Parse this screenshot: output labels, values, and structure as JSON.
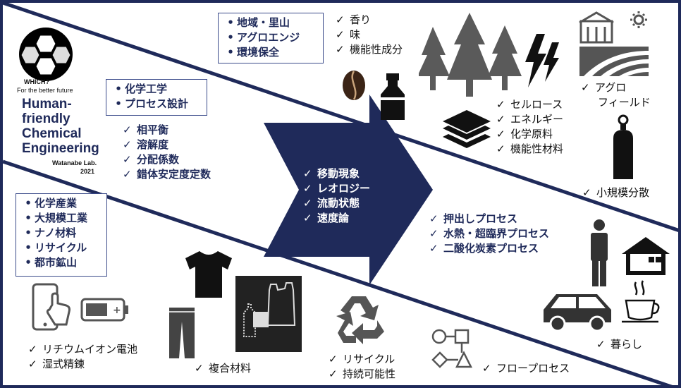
{
  "logo": {
    "tagline_question": "WHICH?",
    "tagline_sub": "For the better future",
    "title_lines": [
      "Human-",
      "friendly",
      "Chemical",
      "Engineering"
    ],
    "credit_line1": "Watanabe Lab.",
    "credit_line2": "2021"
  },
  "top_box": {
    "items": [
      "地域・里山",
      "アグロエンジ",
      "環境保全"
    ]
  },
  "flavor_list": {
    "items": [
      "香り",
      "味",
      "機能性成分"
    ]
  },
  "biomass_list": {
    "items": [
      "セルロース",
      "エネルギー",
      "化学原料",
      "機能性材料"
    ]
  },
  "agro_list": {
    "line1": "アグロ",
    "line2": "フィールド"
  },
  "small_scale": {
    "label": "小規模分散"
  },
  "middle_box": {
    "items": [
      "化学工学",
      "プロセス設計"
    ]
  },
  "thermo_list": {
    "items": [
      "相平衡",
      "溶解度",
      "分配係数",
      "錯体安定度定数"
    ]
  },
  "arrow_list": {
    "items": [
      "移動現象",
      "レオロジー",
      "流動状態",
      "速度論"
    ]
  },
  "process_list": {
    "items": [
      "押出しプロセス",
      "水熱・超臨界プロセス",
      "二酸化炭素プロセス"
    ]
  },
  "industry_box": {
    "items": [
      "化学産業",
      "大規模工業",
      "ナノ材料",
      "リサイクル",
      "都市鉱山"
    ]
  },
  "battery_list": {
    "items": [
      "リチウムイオン電池",
      "湿式精錬"
    ]
  },
  "composite": {
    "label": "複合材料"
  },
  "recycle_list": {
    "items": [
      "リサイクル",
      "持続可能性"
    ]
  },
  "flow": {
    "label": "フロープロセス"
  },
  "living": {
    "label": "暮らし"
  },
  "colors": {
    "navy": "#1f2a5a",
    "icon_gray": "#5a5a5a",
    "icon_dark": "#1a1a1a"
  }
}
